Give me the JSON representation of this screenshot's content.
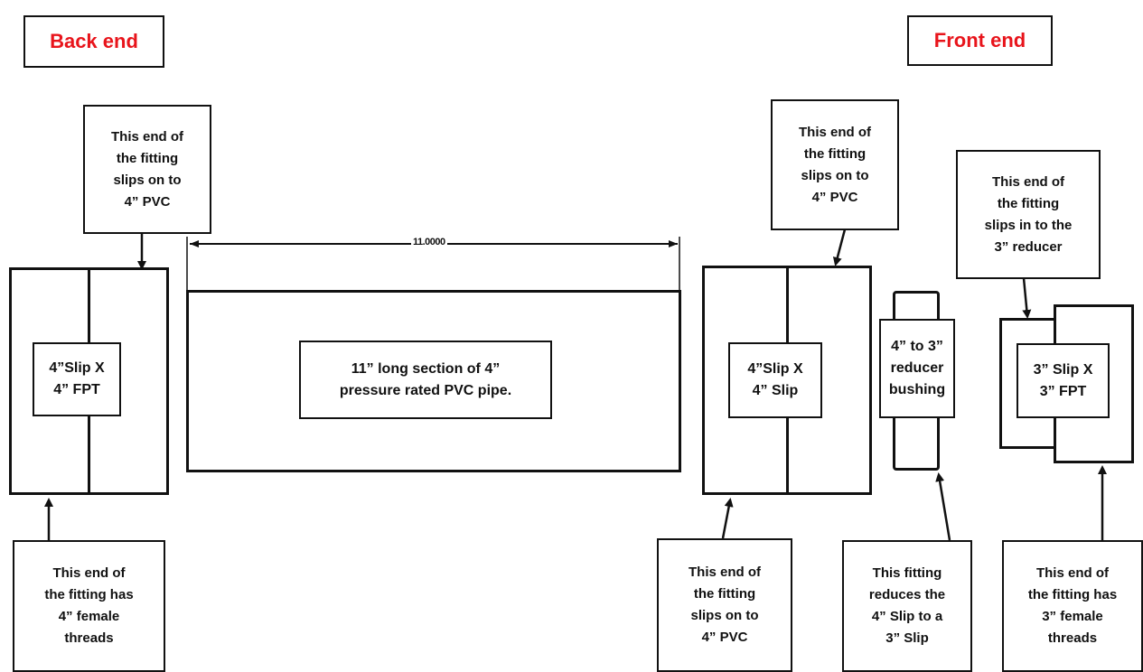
{
  "titles": {
    "back_end": "Back end",
    "front_end": "Front end"
  },
  "dimension": {
    "label": "11.0000"
  },
  "fittings": {
    "back_slip_fpt": "4”Slip X\n4” FPT",
    "pipe_section": "11” long section of 4”\npressure rated PVC pipe.",
    "front_slip_slip": "4”Slip X\n4” Slip",
    "reducer_bushing": "4” to 3”\nreducer\nbushing",
    "front_slip_fpt_3": "3” Slip X\n3” FPT"
  },
  "notes": {
    "back_top": "This end of\nthe fitting\nslips on to\n4” PVC",
    "back_bottom": "This end of\nthe fitting has\n4” female\nthreads",
    "front_top_slip": "This end of\nthe fitting\nslips on to\n4” PVC",
    "front_top_reducer": "This end of\nthe fitting\nslips in to the\n3” reducer",
    "front_bottom_slip": "This end of\nthe fitting\nslips on to\n4” PVC",
    "front_bottom_reducer": "This fitting\nreduces the\n4” Slip to a\n3” Slip",
    "front_bottom_threads": "This end of\nthe fitting has\n3” female\nthreads"
  },
  "colors": {
    "title_red": "#e8141b",
    "stroke": "#111111"
  }
}
